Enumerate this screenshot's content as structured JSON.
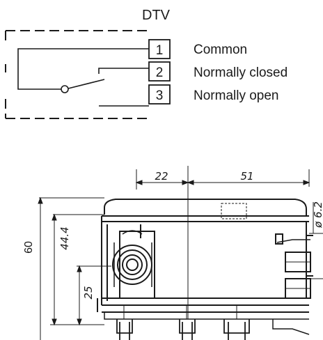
{
  "schematic": {
    "title": "DTV",
    "terminals": [
      {
        "number": "1",
        "label": "Common"
      },
      {
        "number": "2",
        "label": "Normally closed"
      },
      {
        "number": "3",
        "label": "Normally open"
      }
    ]
  },
  "drawing": {
    "dimensions": {
      "overall_height": "60",
      "body_height": "44.4",
      "port_height": "25",
      "port_offset": "22",
      "port_spacing": "51",
      "tube_diameter": "ø 6.2"
    }
  }
}
